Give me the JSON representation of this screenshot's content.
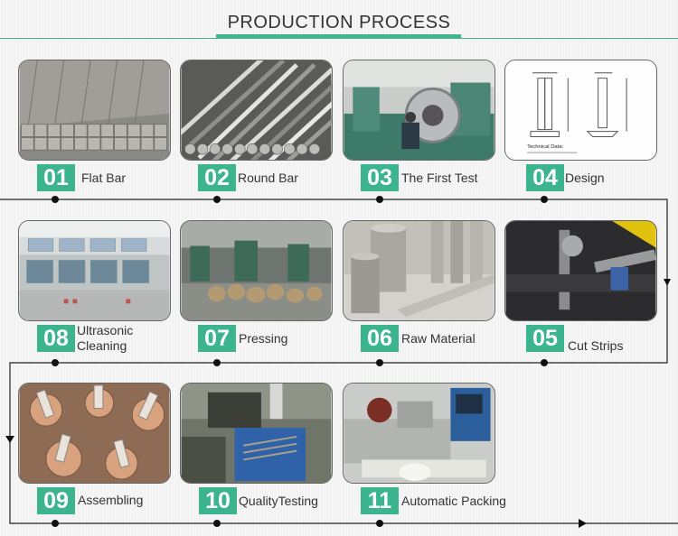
{
  "header": {
    "title": "PRODUCTION PROCESS"
  },
  "colors": {
    "accent": "#3cb58f",
    "line": "#222222"
  },
  "steps": [
    {
      "num": "01",
      "label": "Flat Bar",
      "image": "square-flat-bars"
    },
    {
      "num": "02",
      "label": "Round Bar",
      "image": "round-steel-bars"
    },
    {
      "num": "03",
      "label": "The First Test",
      "image": "factory-coil-machine"
    },
    {
      "num": "04",
      "label": "Design",
      "image": "technical-drawing"
    },
    {
      "num": "05",
      "label": "Cut Strips",
      "image": "cutting-machine"
    },
    {
      "num": "06",
      "label": "Raw Material",
      "image": "polished-cylinders"
    },
    {
      "num": "07",
      "label": "Pressing",
      "image": "press-workshop"
    },
    {
      "num": "08",
      "label": "Ultrasonic Cleaning",
      "image": "ultrasonic-tanks"
    },
    {
      "num": "09",
      "label": "Assembling",
      "image": "assembled-parts"
    },
    {
      "num": "10",
      "label": "QualityTesting",
      "image": "testing-bench"
    },
    {
      "num": "11",
      "label": "Automatic Packing",
      "image": "packing-machine"
    }
  ]
}
